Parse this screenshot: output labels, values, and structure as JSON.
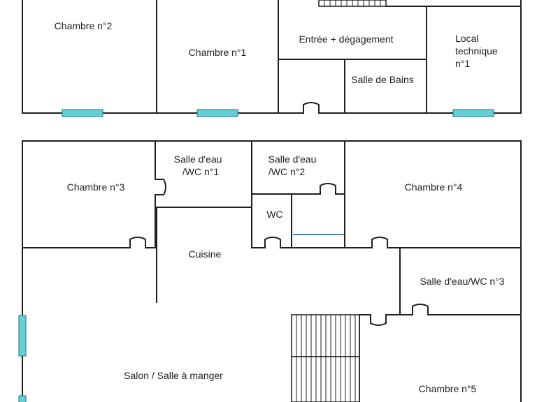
{
  "rooms": {
    "chambre2": "Chambre n°2",
    "chambre1": "Chambre n°1",
    "entree": "Entrée + dégagement",
    "local_technique": [
      "Local",
      "technique",
      "n°1"
    ],
    "salle_bains": "Salle de Bains",
    "chambre3": "Chambre n°3",
    "salle_eau1": [
      "Salle d'eau",
      "/WC n°1"
    ],
    "salle_eau2": [
      "Salle d'eau",
      "/WC n°2"
    ],
    "chambre4": "Chambre n°4",
    "wc": "WC",
    "cuisine": "Cuisine",
    "salle_eau3": "Salle d'eau/WC n°3",
    "salon": "Salon / Salle à manger",
    "chambre5": "Chambre n°5"
  },
  "colors": {
    "wall": "#1f1f1f",
    "window": "#5fd0dc",
    "accent_line": "#4a7fc8"
  }
}
